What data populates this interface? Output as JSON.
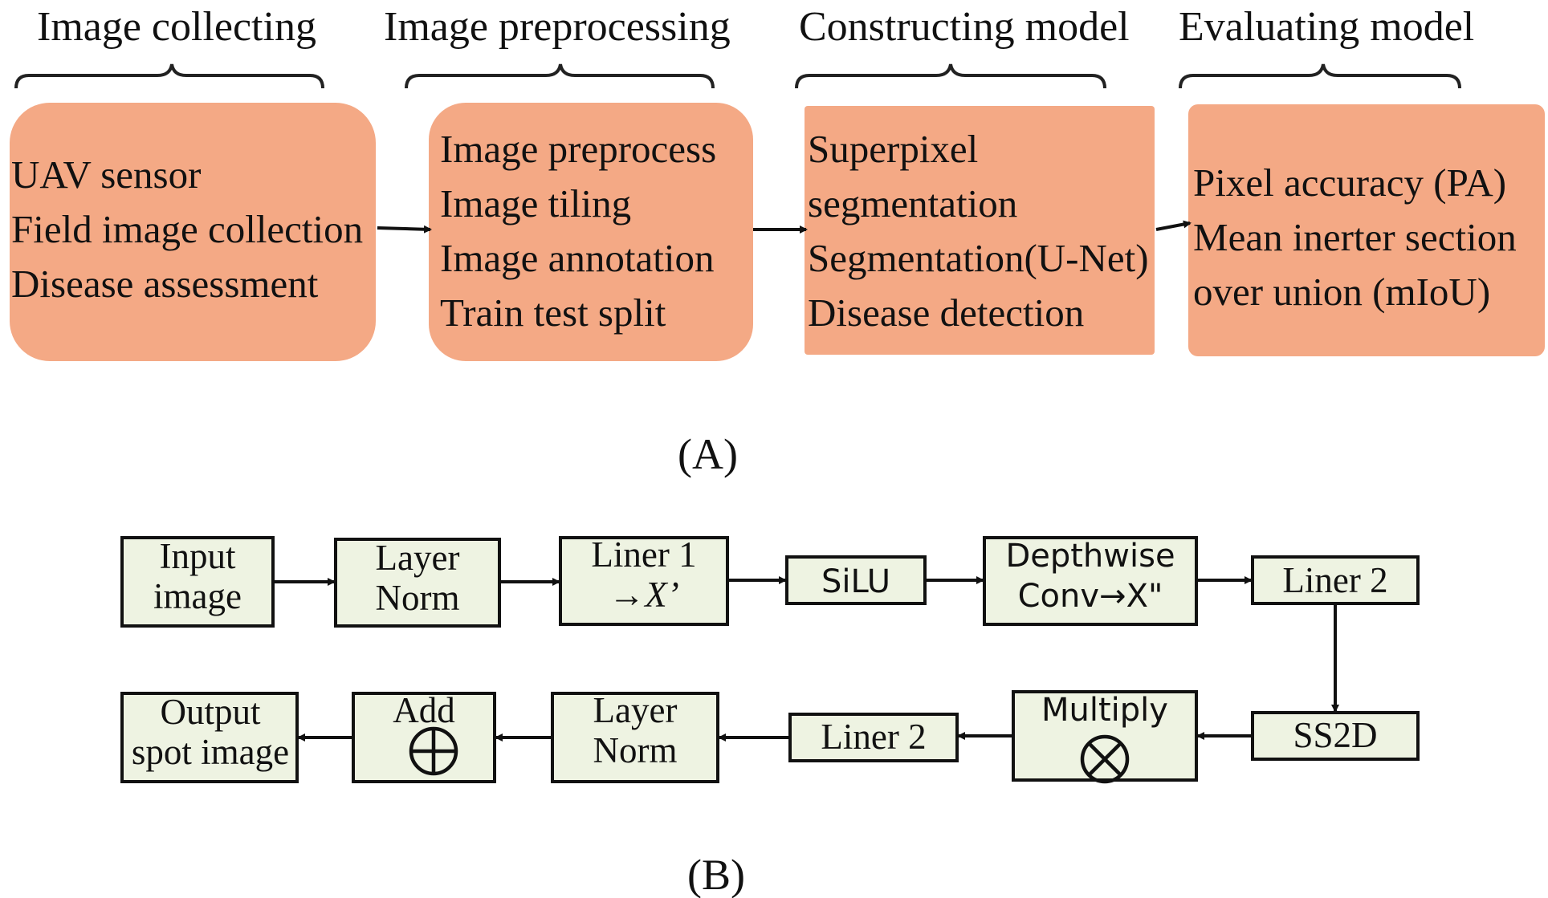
{
  "panel_a": {
    "caption": "(A)",
    "stages": [
      {
        "title": "Image  collecting",
        "lines": [
          "UAV sensor",
          "Field image  collection",
          "Disease  assessment"
        ]
      },
      {
        "title": "Image  preprocessing",
        "lines": [
          "Image  preprocess",
          "Image  tiling",
          "Image  annotation",
          "Train test split"
        ]
      },
      {
        "title": "Constructing  model",
        "lines": [
          "Superpixel",
          "segmentation",
          "Segmentation(U-Net)",
          "Disease detection"
        ]
      },
      {
        "title": "Evaluating model",
        "lines": [
          "Pixel accuracy (PA)",
          "Mean  inerter section",
          "over union (mIoU)"
        ]
      }
    ],
    "box_color": "#f4a985"
  },
  "panel_b": {
    "caption": "(B)",
    "box_color": "#eef3e2",
    "row1": [
      {
        "lines": [
          "Input",
          "image"
        ]
      },
      {
        "lines": [
          "Layer",
          "Norm"
        ]
      },
      {
        "lines": [
          "Liner 1",
          "→X’"
        ]
      },
      {
        "lines": [
          "SiLU"
        ]
      },
      {
        "lines": [
          "Depthwise",
          "Conv→X\""
        ]
      },
      {
        "lines": [
          "Liner 2"
        ]
      }
    ],
    "row2": [
      {
        "lines": [
          "Output",
          "spot image"
        ]
      },
      {
        "lines": [
          "Add"
        ],
        "symbol": "circled-plus"
      },
      {
        "lines": [
          "Layer",
          "Norm"
        ]
      },
      {
        "lines": [
          "Liner 2"
        ]
      },
      {
        "lines": [
          "Multiply"
        ],
        "symbol": "circled-times"
      },
      {
        "lines": [
          "SS2D"
        ]
      }
    ]
  }
}
